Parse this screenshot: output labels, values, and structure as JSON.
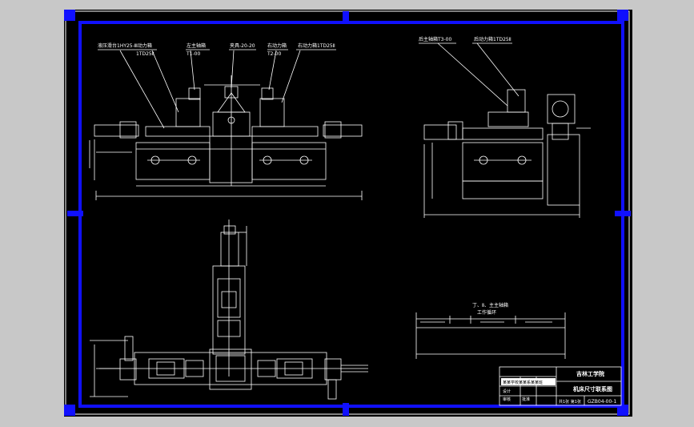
{
  "drawing": {
    "colors": {
      "background": "#c8c8c8",
      "sheet": "#000000",
      "frame": "#1010ff",
      "lines": "#ffffff"
    },
    "front_view_labels": [
      "液压滑台1HY25-Ⅲ动力箱",
      "1TD25Ⅱ",
      "左主轴箱",
      "T1-00",
      "夹具-20-20",
      "右动力箱",
      "T2-00",
      "右动力箱1TD25Ⅱ"
    ],
    "side_view_labels": [
      "后主轴箱T3-00",
      "后动力箱1TD25Ⅱ"
    ],
    "cycle_title": "丁、Ⅱ、主主轴箱",
    "cycle_subtitle": "工作循环",
    "title_block": {
      "school": "吉林工学院",
      "drawing_name": "机床尺寸联系图",
      "drawing_no": "GZB04-00-1",
      "stamp_text": "某某学校某某系某某班",
      "row_labels": [
        "设计",
        "审核",
        "批准"
      ],
      "scale_row": "共1张 第1张"
    }
  }
}
